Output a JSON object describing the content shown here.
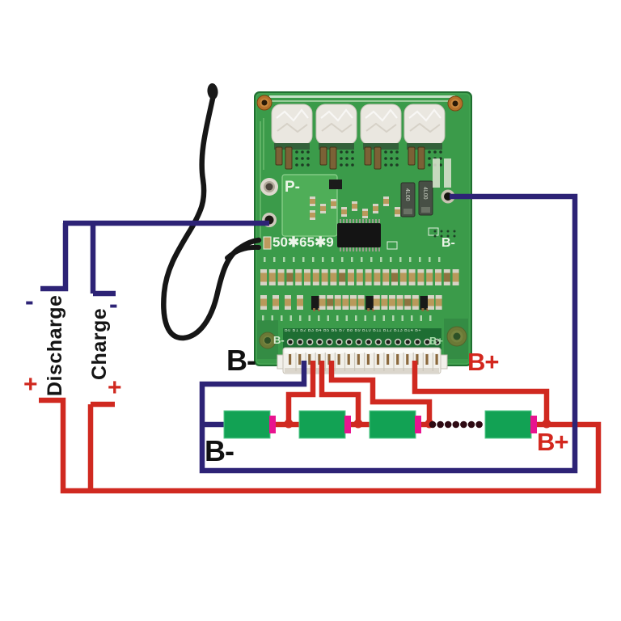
{
  "labels": {
    "discharge": "Discharge",
    "charge": "Charge",
    "minus": "-",
    "plus": "+",
    "pack_b_minus_upper": "B-",
    "pack_b_plus_upper": "B+",
    "pack_b_minus_lower": "B-",
    "pack_b_plus_lower": "B+"
  },
  "pcb": {
    "silkscreen": {
      "p_minus": "P-",
      "size_marking": "50✱65✱9",
      "b_minus": "B-",
      "connector_b_minus": "B-",
      "connector_b_plus": "B+",
      "pin_labels": "B0 B1 B2 B3 B4 B5 B6 B7 B8 B9 B10 B11 B12 B13 B14 B+"
    },
    "shunt_label": "4L00"
  },
  "battery_pack": {
    "cells_shown": 4,
    "ellipsis_dots": 7
  },
  "colors": {
    "negative_wire": "#2d2376",
    "positive_wire": "#d02920",
    "battery_body": "#12a254",
    "battery_terminal": "#e8148f",
    "pcb_green": "#3b9b4a",
    "thermistor_black": "#161616"
  }
}
